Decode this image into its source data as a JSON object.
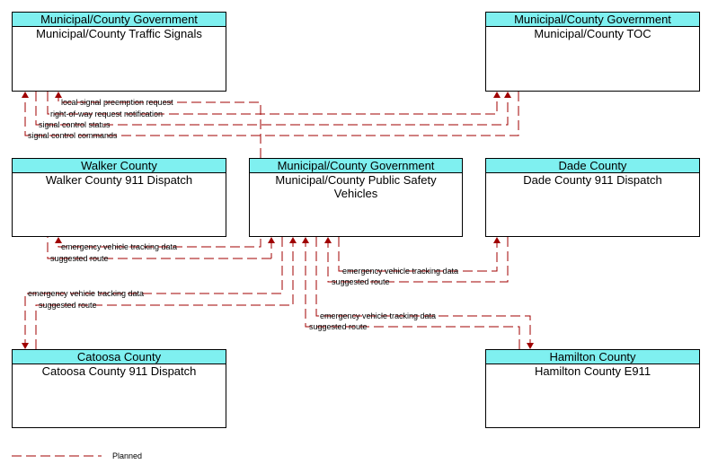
{
  "entities": {
    "traffic_signals": {
      "category": "Municipal/County Government",
      "name": "Municipal/County Traffic Signals"
    },
    "toc": {
      "category": "Municipal/County Government",
      "name": "Municipal/County TOC"
    },
    "walker": {
      "category": "Walker County",
      "name": "Walker County 911 Dispatch"
    },
    "psv": {
      "category": "Municipal/County Government",
      "name": "Municipal/County Public Safety Vehicles"
    },
    "dade": {
      "category": "Dade County",
      "name": "Dade County 911 Dispatch"
    },
    "catoosa": {
      "category": "Catoosa County",
      "name": "Catoosa County 911 Dispatch"
    },
    "hamilton": {
      "category": "Hamilton County",
      "name": "Hamilton County E911"
    }
  },
  "flows": {
    "local_signal_preemption_request": "local signal preemption request",
    "right_of_way_request_notification": "right-of-way request notification",
    "signal_control_status": "signal control status",
    "signal_control_commands": "signal control commands",
    "emergency_vehicle_tracking_data": "emergency vehicle tracking data",
    "suggested_route": "suggested route"
  },
  "legend": {
    "planned": "Planned"
  },
  "colors": {
    "header": "#7ff0f0",
    "flow": "#a00000"
  }
}
